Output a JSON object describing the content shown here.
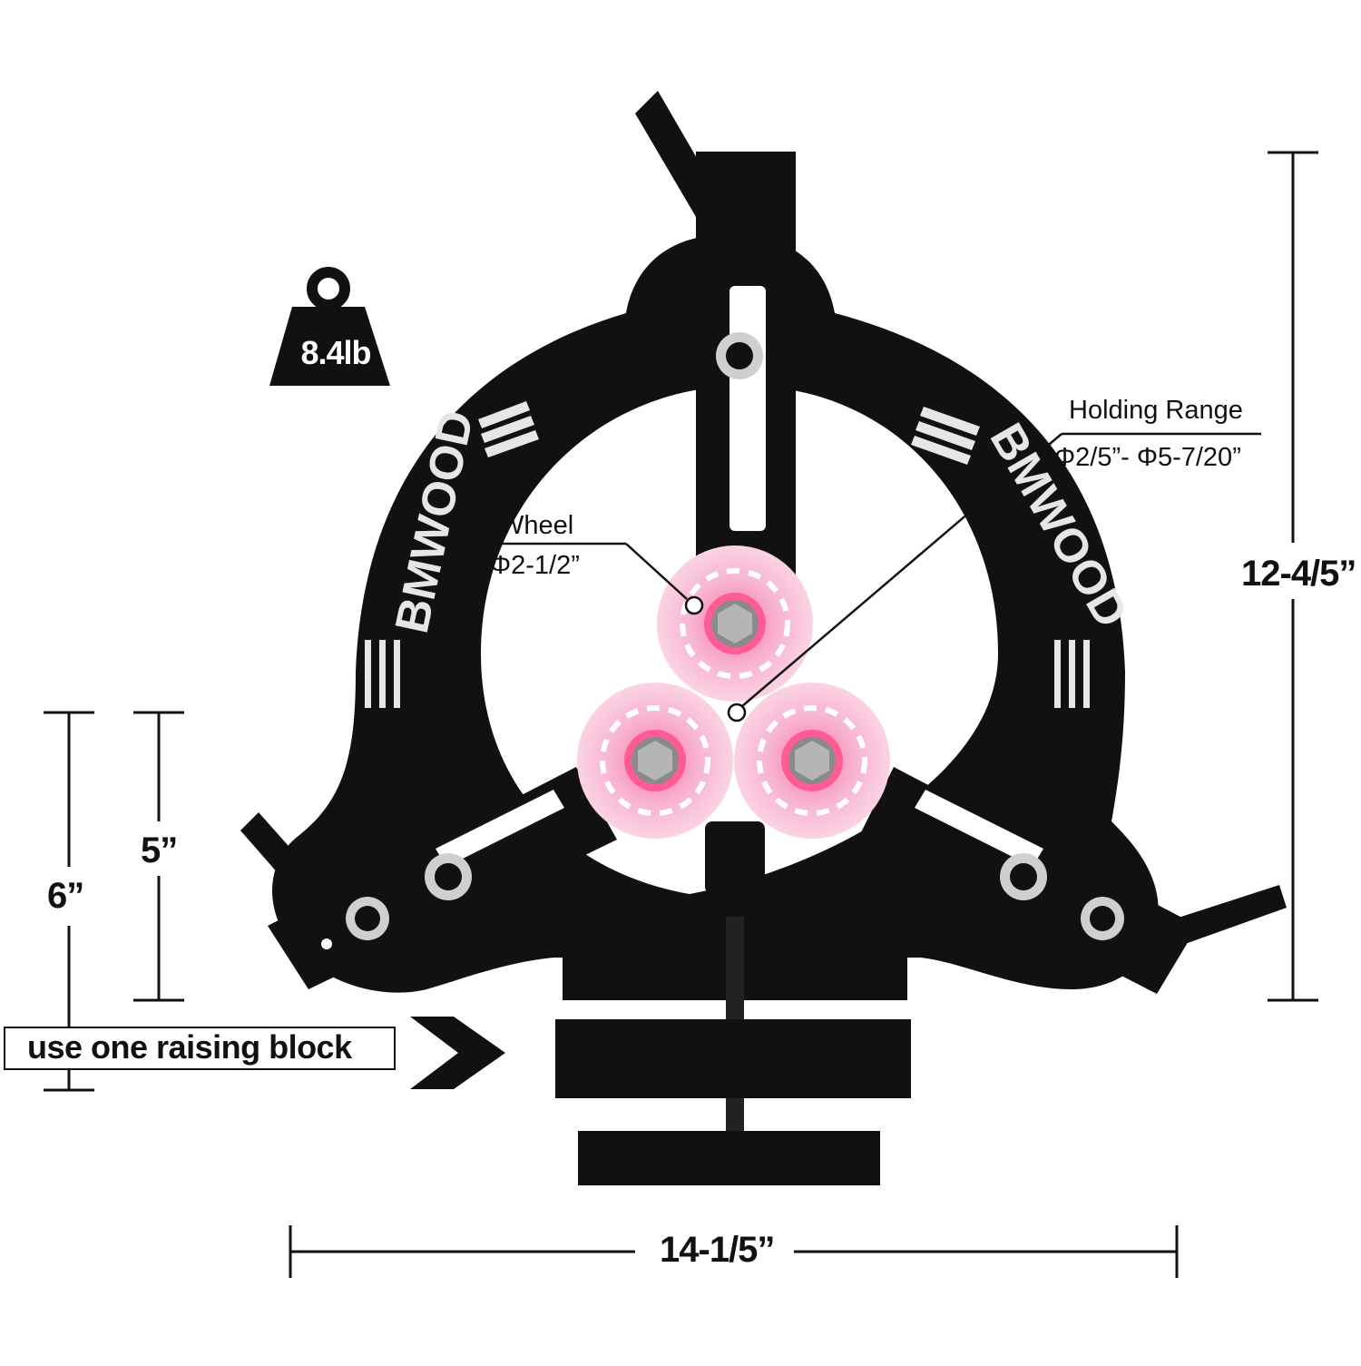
{
  "product": {
    "brand_mark": "BMWOOD",
    "weight": "8.4lb",
    "wheel_label": "Wheel",
    "wheel_diameter": "Φ2-1/2”",
    "holding_range_label": "Holding Range",
    "holding_range_value": "Φ2/5”- Φ5-7/20”",
    "height_total": "12-4/5”",
    "width_total": "14-1/5”",
    "center_height_with_block": "6”",
    "center_height": "5”",
    "raising_block_note": "use one raising block",
    "wheel_color": "#f4a9c8",
    "frame_color": "#111111"
  }
}
